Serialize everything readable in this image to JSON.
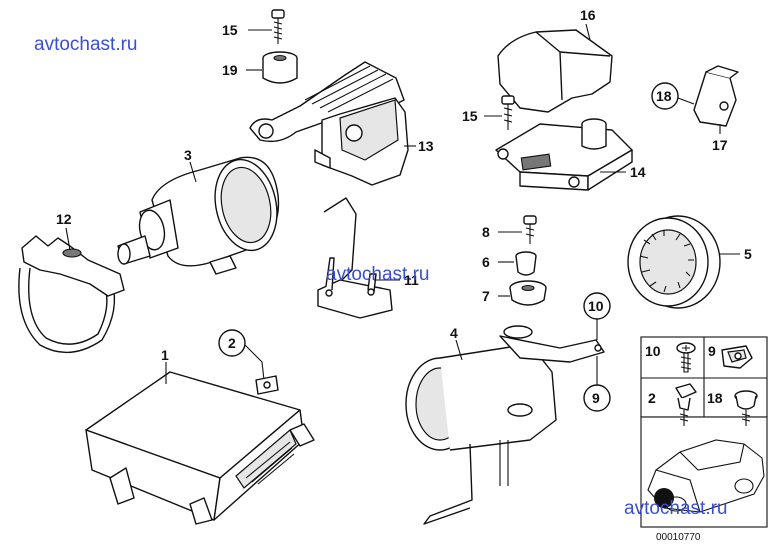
{
  "watermarks": [
    "avtochast.ru",
    "avtochast.ru",
    "avtochast.ru"
  ],
  "callouts": {
    "p1": "1",
    "p2": "2",
    "p3": "3",
    "p4": "4",
    "p5": "5",
    "p6": "6",
    "p7": "7",
    "p8": "8",
    "p9": "9",
    "p10": "10",
    "p11": "11",
    "p12": "12",
    "p13": "13",
    "p14": "14",
    "p15a": "15",
    "p15b": "15",
    "p16": "16",
    "p17": "17",
    "p18": "18",
    "p19": "19"
  },
  "legend": {
    "i10": "10",
    "i9": "9",
    "i2": "2",
    "i18": "18"
  },
  "doc_number": "00010770"
}
